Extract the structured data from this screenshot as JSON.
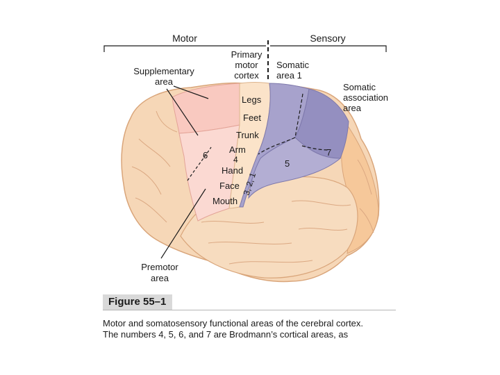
{
  "header": {
    "motor": "Motor",
    "sensory": "Sensory"
  },
  "labels": {
    "primary_motor_cortex": [
      "Primary",
      "motor",
      "cortex"
    ],
    "somatic_area_1": [
      "Somatic",
      "area 1"
    ],
    "somatic_association_area": [
      "Somatic",
      "association",
      "area"
    ],
    "supplementary_area": [
      "Supplementary",
      "area"
    ],
    "premotor_area": [
      "Premotor",
      "area"
    ],
    "body_parts": [
      "Legs",
      "Feet",
      "Trunk",
      "Arm",
      "4",
      "Hand",
      "Face",
      "Mouth"
    ],
    "brodmann_6": "6",
    "brodmann_5": "5",
    "brodmann_7": "7",
    "brodmann_321": "3, 2, 1"
  },
  "figure": {
    "title": "Figure 55–1",
    "caption_lines": [
      "Motor and somatosensory functional areas of the cerebral cortex.",
      "The numbers 4, 5, 6, and 7 are Brodmann’s cortical areas, as"
    ]
  },
  "colors": {
    "brain": "#f6d7b7",
    "brain_outline": "#d9a57a",
    "motor_pink": "#f9c9c0",
    "premotor_pink": "#fbd9d2",
    "primary_motor": "#fbe3c9",
    "sensory_purple": "#a7a2cc",
    "sensory_dark": "#948fc0",
    "posterior_orange": "#f6c89a"
  }
}
